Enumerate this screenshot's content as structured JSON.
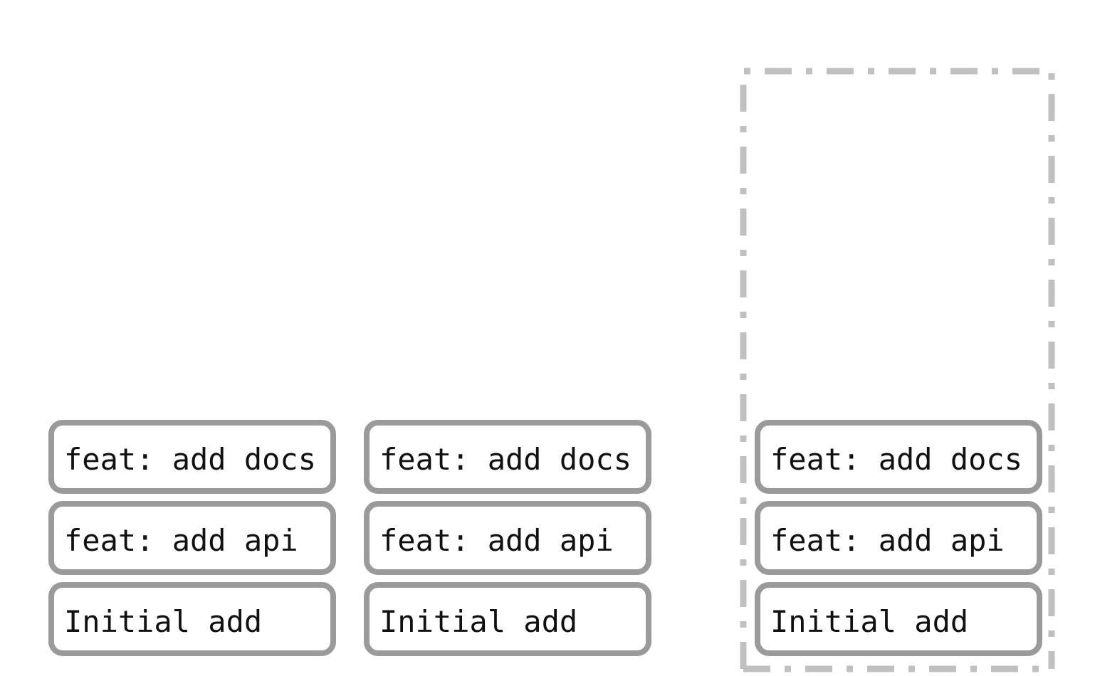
{
  "colors": {
    "commit_border": "#9a9a9a",
    "frame_border": "#c0c0c0",
    "text": "#111111",
    "background": "#ffffff"
  },
  "stacks": [
    {
      "commits": [
        {
          "label": "feat: add docs"
        },
        {
          "label": "feat: add api"
        },
        {
          "label": "Initial add"
        }
      ]
    },
    {
      "commits": [
        {
          "label": "feat: add docs"
        },
        {
          "label": "feat: add api"
        },
        {
          "label": "Initial add"
        }
      ]
    },
    {
      "commits": [
        {
          "label": "feat: add docs"
        },
        {
          "label": "feat: add api"
        },
        {
          "label": "Initial add"
        }
      ]
    }
  ]
}
